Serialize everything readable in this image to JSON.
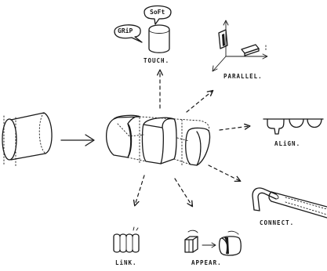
{
  "labels": {
    "touch": "TOUCH.",
    "parallel": "PARALLEL.",
    "align": "ALiGN.",
    "connect": "CONNECT.",
    "appear": "APPEAR.",
    "link": "LiNK."
  },
  "bubbles": {
    "grip": "GRiP",
    "soft": "SoFt"
  }
}
